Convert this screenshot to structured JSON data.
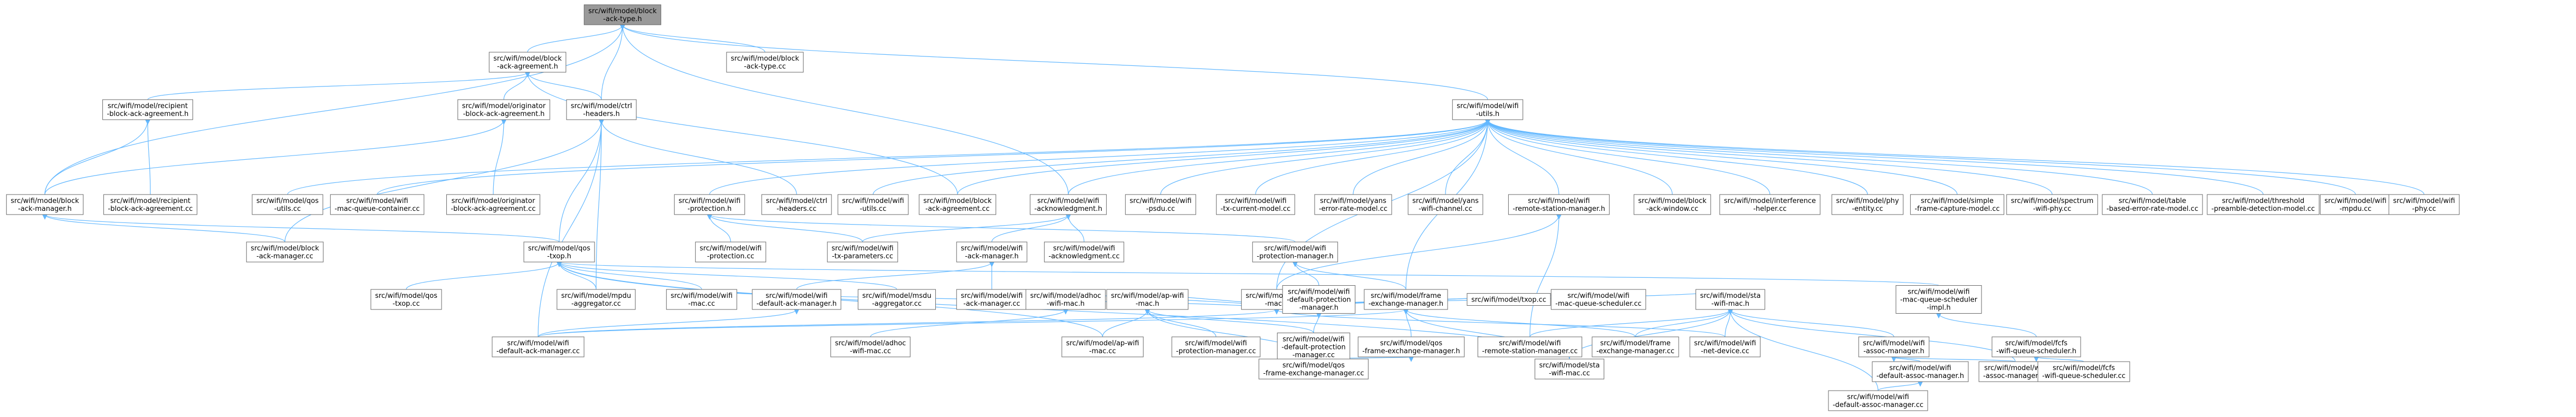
{
  "graph": {
    "edge_color": "#63b8ff",
    "node_fill": "#ffffff",
    "node_stroke": "#666666",
    "root_fill": "#999999",
    "nodes": [
      {
        "id": "root",
        "lines": [
          "src/wifi/model/block",
          "-ack-type.h"
        ],
        "root": true
      },
      {
        "id": "bat_h",
        "lines": [
          "src/wifi/model/block",
          "-ack-agreement.h"
        ]
      },
      {
        "id": "bat_cc",
        "lines": [
          "src/wifi/model/block",
          "-ack-type.cc"
        ]
      },
      {
        "id": "utils_h",
        "lines": [
          "src/wifi/model/wifi",
          "-utils.h"
        ]
      },
      {
        "id": "rec_h",
        "lines": [
          "src/wifi/model/recipient",
          "-block-ack-agreement.h"
        ]
      },
      {
        "id": "orig_h",
        "lines": [
          "src/wifi/model/originator",
          "-block-ack-agreement.h"
        ]
      },
      {
        "id": "ctrl_h",
        "lines": [
          "src/wifi/model/ctrl",
          "-headers.h"
        ]
      },
      {
        "id": "bam_h",
        "lines": [
          "src/wifi/model/block",
          "-ack-manager.h"
        ]
      },
      {
        "id": "rec_cc",
        "lines": [
          "src/wifi/model/recipient",
          "-block-ack-agreement.cc"
        ]
      },
      {
        "id": "qos_utils",
        "lines": [
          "src/wifi/model/qos",
          "-utils.cc"
        ]
      },
      {
        "id": "macq",
        "lines": [
          "src/wifi/model/wifi",
          "-mac-queue-container.cc"
        ]
      },
      {
        "id": "orig_cc",
        "lines": [
          "src/wifi/model/originator",
          "-block-ack-agreement.cc"
        ]
      },
      {
        "id": "prot_h",
        "lines": [
          "src/wifi/model/wifi",
          "-protection.h"
        ]
      },
      {
        "id": "ctrl_cc",
        "lines": [
          "src/wifi/model/ctrl",
          "-headers.cc"
        ]
      },
      {
        "id": "utils_cc",
        "lines": [
          "src/wifi/model/wifi",
          "-utils.cc"
        ]
      },
      {
        "id": "baa_cc",
        "lines": [
          "src/wifi/model/block",
          "-ack-agreement.cc"
        ]
      },
      {
        "id": "ack_h",
        "lines": [
          "src/wifi/model/wifi",
          "-acknowledgment.h"
        ]
      },
      {
        "id": "psdu",
        "lines": [
          "src/wifi/model/wifi",
          "-psdu.cc"
        ]
      },
      {
        "id": "txcur",
        "lines": [
          "src/wifi/model/wifi",
          "-tx-current-model.cc"
        ]
      },
      {
        "id": "yans_err",
        "lines": [
          "src/wifi/model/yans",
          "-error-rate-model.cc"
        ]
      },
      {
        "id": "yans_ch",
        "lines": [
          "src/wifi/model/yans",
          "-wifi-channel.cc"
        ]
      },
      {
        "id": "rsm_h",
        "lines": [
          "src/wifi/model/wifi",
          "-remote-station-manager.h"
        ]
      },
      {
        "id": "baw",
        "lines": [
          "src/wifi/model/block",
          "-ack-window.cc"
        ]
      },
      {
        "id": "interf",
        "lines": [
          "src/wifi/model/interference",
          "-helper.cc"
        ]
      },
      {
        "id": "phyent",
        "lines": [
          "src/wifi/model/phy",
          "-entity.cc"
        ]
      },
      {
        "id": "simple",
        "lines": [
          "src/wifi/model/simple",
          "-frame-capture-model.cc"
        ]
      },
      {
        "id": "spec",
        "lines": [
          "src/wifi/model/spectrum",
          "-wifi-phy.cc"
        ]
      },
      {
        "id": "table",
        "lines": [
          "src/wifi/model/table",
          "-based-error-rate-model.cc"
        ]
      },
      {
        "id": "thresh",
        "lines": [
          "src/wifi/model/threshold",
          "-preamble-detection-model.cc"
        ]
      },
      {
        "id": "mpdu",
        "lines": [
          "src/wifi/model/wifi",
          "-mpdu.cc"
        ]
      },
      {
        "id": "phy",
        "lines": [
          "src/wifi/model/wifi",
          "-phy.cc"
        ]
      },
      {
        "id": "bam_cc",
        "lines": [
          "src/wifi/model/block",
          "-ack-manager.cc"
        ]
      },
      {
        "id": "qos_txop_h",
        "lines": [
          "src/wifi/model/qos",
          "-txop.h"
        ]
      },
      {
        "id": "prot_cc",
        "lines": [
          "src/wifi/model/wifi",
          "-protection.cc"
        ]
      },
      {
        "id": "txp",
        "lines": [
          "src/wifi/model/wifi",
          "-tx-parameters.cc"
        ]
      },
      {
        "id": "ack_cc",
        "lines": [
          "src/wifi/model/wifi",
          "-acknowledgment.cc"
        ]
      },
      {
        "id": "ackm_h",
        "lines": [
          "src/wifi/model/wifi",
          "-ack-manager.h"
        ]
      },
      {
        "id": "protm_h",
        "lines": [
          "src/wifi/model/wifi",
          "-protection-manager.h"
        ]
      },
      {
        "id": "mac_h",
        "lines": [
          "src/wifi/model/wifi",
          "-mac.h"
        ]
      },
      {
        "id": "qos_txop_cc",
        "lines": [
          "src/wifi/model/qos",
          "-txop.cc"
        ]
      },
      {
        "id": "mpdu_agg",
        "lines": [
          "src/wifi/model/mpdu",
          "-aggregator.cc"
        ]
      },
      {
        "id": "mac_cc",
        "lines": [
          "src/wifi/model/wifi",
          "-mac.cc"
        ]
      },
      {
        "id": "defack_h",
        "lines": [
          "src/wifi/model/wifi",
          "-default-ack-manager.h"
        ]
      },
      {
        "id": "msdu_agg",
        "lines": [
          "src/wifi/model/msdu",
          "-aggregator.cc"
        ]
      },
      {
        "id": "ackm_cc",
        "lines": [
          "src/wifi/model/wifi",
          "-ack-manager.cc"
        ]
      },
      {
        "id": "adhoc_h",
        "lines": [
          "src/wifi/model/adhoc",
          "-wifi-mac.h"
        ]
      },
      {
        "id": "ap_h",
        "lines": [
          "src/wifi/model/ap-wifi",
          "-mac.h"
        ]
      },
      {
        "id": "defprot_h",
        "lines": [
          "src/wifi/model/wifi",
          "-default-protection",
          "-manager.h"
        ]
      },
      {
        "id": "fem_h",
        "lines": [
          "src/wifi/model/frame",
          "-exchange-manager.h"
        ]
      },
      {
        "id": "txop_cc",
        "lines": [
          "src/wifi/model/txop.cc"
        ]
      },
      {
        "id": "mqs",
        "lines": [
          "src/wifi/model/wifi",
          "-mac-queue-scheduler.cc"
        ]
      },
      {
        "id": "sta_h",
        "lines": [
          "src/wifi/model/sta",
          "-wifi-mac.h"
        ]
      },
      {
        "id": "mqsi_h",
        "lines": [
          "src/wifi/model/wifi",
          "-mac-queue-scheduler",
          "-impl.h"
        ]
      },
      {
        "id": "defack_cc",
        "lines": [
          "src/wifi/model/wifi",
          "-default-ack-manager.cc"
        ]
      },
      {
        "id": "adhoc_cc",
        "lines": [
          "src/wifi/model/adhoc",
          "-wifi-mac.cc"
        ]
      },
      {
        "id": "ap_cc",
        "lines": [
          "src/wifi/model/ap-wifi",
          "-mac.cc"
        ]
      },
      {
        "id": "protm_cc",
        "lines": [
          "src/wifi/model/wifi",
          "-protection-manager.cc"
        ]
      },
      {
        "id": "defprot_cc",
        "lines": [
          "src/wifi/model/wifi",
          "-default-protection",
          "-manager.cc"
        ]
      },
      {
        "id": "qosfem_h",
        "lines": [
          "src/wifi/model/qos",
          "-frame-exchange-manager.h"
        ]
      },
      {
        "id": "rsm_cc",
        "lines": [
          "src/wifi/model/wifi",
          "-remote-station-manager.cc"
        ]
      },
      {
        "id": "fem_cc",
        "lines": [
          "src/wifi/model/frame",
          "-exchange-manager.cc"
        ]
      },
      {
        "id": "netdev",
        "lines": [
          "src/wifi/model/wifi",
          "-net-device.cc"
        ]
      },
      {
        "id": "assoc_h",
        "lines": [
          "src/wifi/model/wifi",
          "-assoc-manager.h"
        ]
      },
      {
        "id": "fifo_h",
        "lines": [
          "src/wifi/model/fcfs",
          "-wifi-queue-scheduler.h"
        ]
      },
      {
        "id": "qosfem_cc",
        "lines": [
          "src/wifi/model/qos",
          "-frame-exchange-manager.cc"
        ]
      },
      {
        "id": "sta_cc",
        "lines": [
          "src/wifi/model/sta",
          "-wifi-mac.cc"
        ]
      },
      {
        "id": "defassoc_h",
        "lines": [
          "src/wifi/model/wifi",
          "-default-assoc-manager.h"
        ]
      },
      {
        "id": "assoc_cc",
        "lines": [
          "src/wifi/model/wifi",
          "-assoc-manager.cc"
        ]
      },
      {
        "id": "fifo_cc",
        "lines": [
          "src/wifi/model/fcfs",
          "-wifi-queue-scheduler.cc"
        ]
      },
      {
        "id": "defassoc_cc",
        "lines": [
          "src/wifi/model/wifi",
          "-default-assoc-manager.cc"
        ]
      }
    ]
  }
}
